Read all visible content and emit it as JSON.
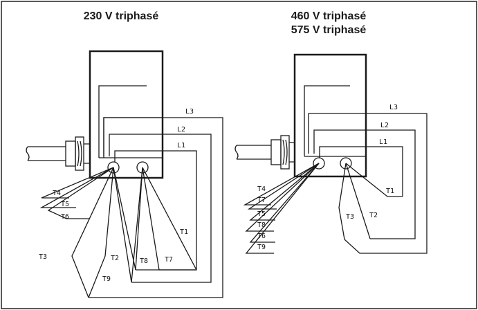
{
  "left": {
    "title": "230 V triphasé",
    "labels": {
      "L3": "L3",
      "L2": "L2",
      "L1": "L1",
      "T4": "T4",
      "T5": "T5",
      "T6": "T6",
      "T3": "T3",
      "T9": "T9",
      "T2": "T2",
      "T8": "T8",
      "T7": "T7",
      "T1": "T1"
    }
  },
  "right": {
    "title_line1": "460 V triphasé",
    "title_line2": "575 V triphasé",
    "labels": {
      "L3": "L3",
      "L2": "L2",
      "L1": "L1",
      "T4": "T4",
      "T7": "T7",
      "T5": "T5",
      "T8": "T8",
      "T6": "T6",
      "T9": "T9",
      "T1": "T1",
      "T3": "T3",
      "T2": "T2"
    }
  }
}
